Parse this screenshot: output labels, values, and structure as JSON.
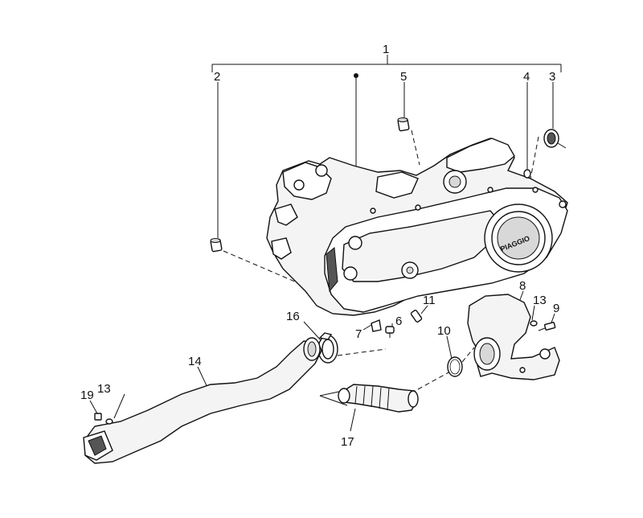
{
  "diagram": {
    "brand_logo_text": "PIAGGIO",
    "callouts": [
      {
        "id": "1",
        "label": "1"
      },
      {
        "id": "2",
        "label": "2"
      },
      {
        "id": "3",
        "label": "3"
      },
      {
        "id": "4",
        "label": "4"
      },
      {
        "id": "5",
        "label": "5"
      },
      {
        "id": "6",
        "label": "6"
      },
      {
        "id": "7",
        "label": "7"
      },
      {
        "id": "8",
        "label": "8"
      },
      {
        "id": "9",
        "label": "9"
      },
      {
        "id": "10",
        "label": "10"
      },
      {
        "id": "11",
        "label": "11"
      },
      {
        "id": "13a",
        "label": "13"
      },
      {
        "id": "13b",
        "label": "13"
      },
      {
        "id": "14",
        "label": "14"
      },
      {
        "id": "16",
        "label": "16"
      },
      {
        "id": "17",
        "label": "17"
      },
      {
        "id": "19",
        "label": "19"
      }
    ]
  }
}
